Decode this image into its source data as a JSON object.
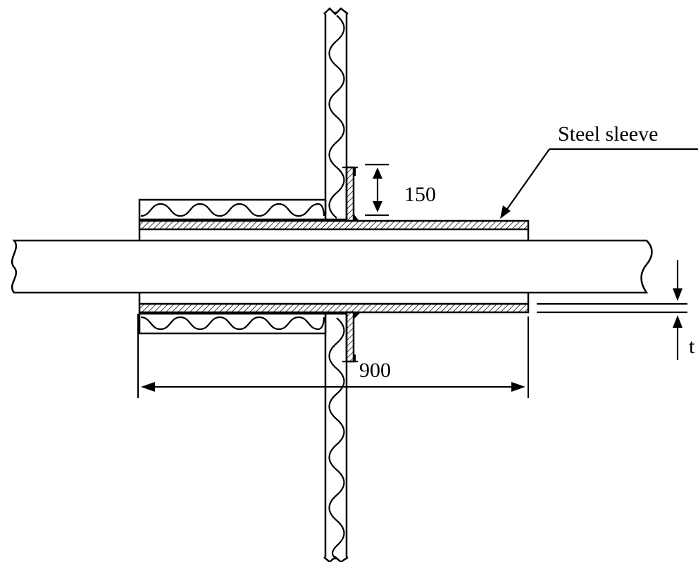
{
  "labels": {
    "sleeve": "Steel sleeve",
    "flange_height": "150",
    "sleeve_length": "900",
    "wall_thickness": "t"
  },
  "colors": {
    "line": "#000000",
    "background": "#ffffff"
  }
}
